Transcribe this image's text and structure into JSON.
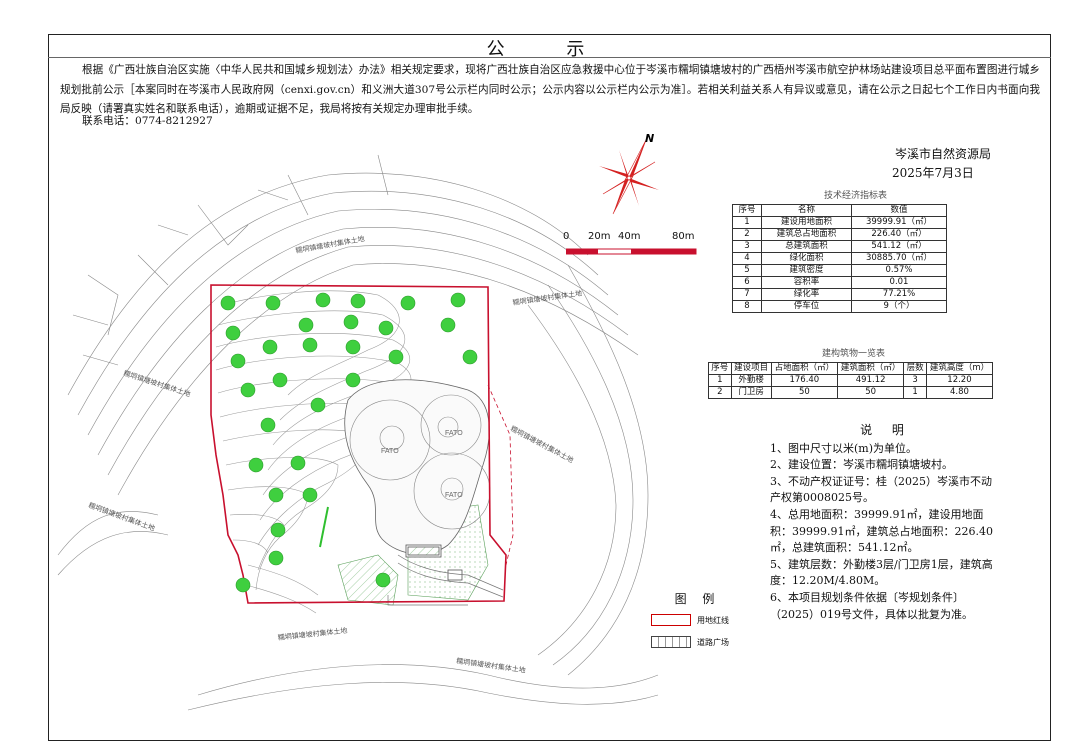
{
  "title": "公 示",
  "intro": "根据《广西壮族自治区实施〈中华人民共和国城乡规划法〉办法》相关规定要求，现将广西壮族自治区应急救援中心位于岑溪市糯垌镇塘坡村的广西梧州岑溪市航空护林场站建设项目总平面布置图进行城乡规划批前公示［本案同时在岑溪市人民政府网（cenxi.gov.cn）和义洲大道307号公示栏内同时公示；公示内容以公示栏内公示为准］。若相关利益关系人有异议或意见，请在公示之日起七个工作日内书面向我局反映（请署真实姓名和联系电话），逾期或证据不足，我局将按有关规定办理审批手续。",
  "phone": "联系电话：0774-8212927",
  "agency": "岑溪市自然资源局",
  "date": "2025年7月3日",
  "north_label": "N",
  "scale_labels": [
    "0",
    "20m",
    "40m",
    "80m"
  ],
  "map_labels": {
    "land1": "糯垌镇塘坡村集体土地",
    "land2": "糯垌镇塘坡村集体土地",
    "land3": "糯垌镇塘坡村集体土地",
    "land4": "糯垌镇塘坡村集体土地",
    "land5": "糯垌镇塘坡村集体土地",
    "land6": "糯垌镇塘坡村集体土地",
    "pad1": "FATO",
    "pad2": "FATO",
    "pad3": "FATO"
  },
  "tech_table": {
    "caption": "技术经济指标表",
    "headers": [
      "序号",
      "名称",
      "数值"
    ],
    "rows": [
      [
        "1",
        "建设用地面积",
        "39999.91（㎡）"
      ],
      [
        "2",
        "建筑总占地面积",
        "226.40（㎡）"
      ],
      [
        "3",
        "总建筑面积",
        "541.12（㎡）"
      ],
      [
        "4",
        "绿化面积",
        "30885.70（㎡）"
      ],
      [
        "5",
        "建筑密度",
        "0.57%"
      ],
      [
        "6",
        "容积率",
        "0.01"
      ],
      [
        "7",
        "绿化率",
        "77.21%"
      ],
      [
        "8",
        "停车位",
        "9（个）"
      ]
    ]
  },
  "building_table": {
    "caption": "建构筑物一览表",
    "headers": [
      "序号",
      "建设项目",
      "占地面积（㎡）",
      "建筑面积（㎡）",
      "层数",
      "建筑高度（m）"
    ],
    "rows": [
      [
        "1",
        "外勤楼",
        "176.40",
        "491.12",
        "3",
        "12.20"
      ],
      [
        "2",
        "门卫房",
        "50",
        "50",
        "1",
        "4.80"
      ]
    ]
  },
  "notes": {
    "heading": "说 明",
    "items": [
      "1、图中尺寸以米(m)为单位。",
      "2、建设位置：岑溪市糯垌镇塘坡村。",
      "3、不动产权证证号：桂（2025）岑溪市不动产权第0008025号。",
      "4、总用地面积：39999.91㎡，建设用地面积：39999.91㎡，建筑总占地面积：226.40㎡，总建筑面积：541.12㎡。",
      "5、建筑层数：外勤楼3层/门卫房1层，建筑高度：12.20M/4.80M。",
      "6、本项目规划条件依据〔岑规划条件〕（2025）019号文件，具体以批复为准。"
    ]
  },
  "legend": {
    "title": "图 例",
    "items": [
      {
        "label": "用地红线",
        "symbol": "red-line"
      },
      {
        "label": "道路广场",
        "symbol": "road"
      }
    ]
  },
  "colors": {
    "boundary": "#c8102e",
    "tree": "#3fcf3f",
    "contour": "#8a8a8a",
    "hatch": "#5aa05a"
  }
}
